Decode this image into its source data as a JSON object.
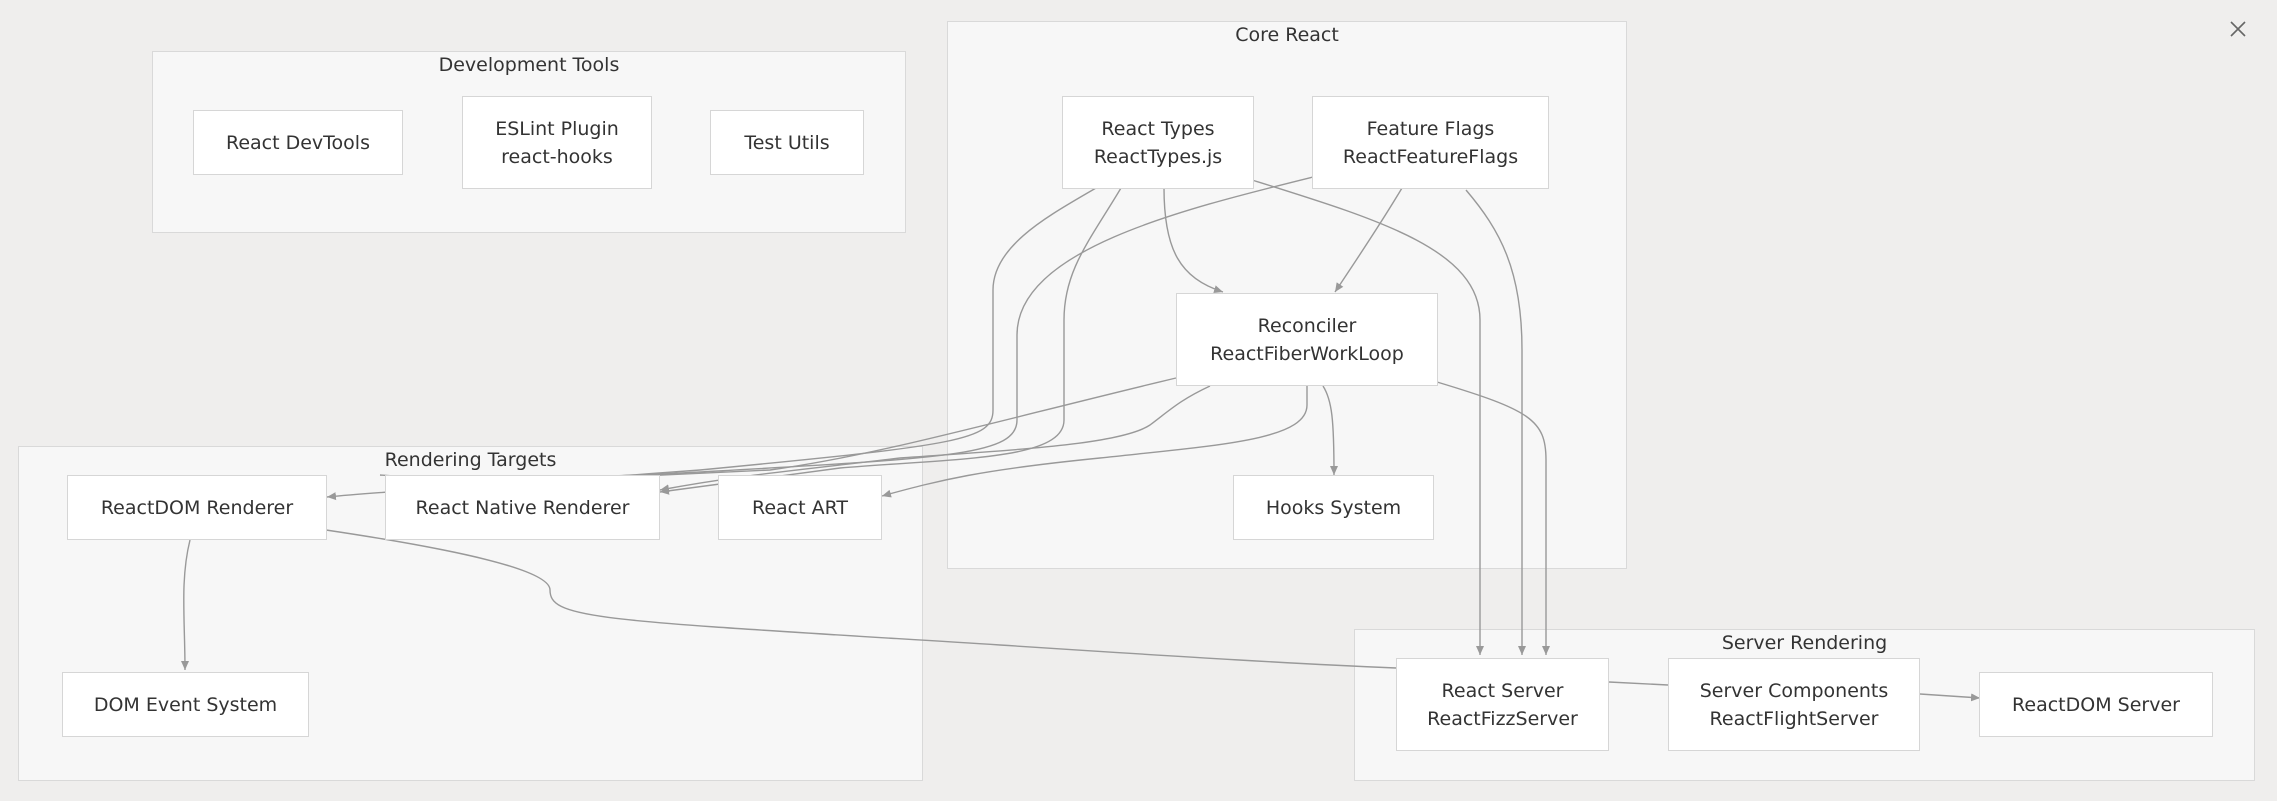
{
  "close_icon": "close-icon",
  "colors": {
    "background": "#efeeed",
    "cluster_fill": "#f7f7f7",
    "cluster_border": "#d9d9d9",
    "node_fill": "#ffffff",
    "node_border": "#d6d6d6",
    "edge": "#999999",
    "text": "#333333"
  },
  "clusters": {
    "dev_tools": "Development Tools",
    "core": "Core React",
    "rendering": "Rendering Targets",
    "server": "Server Rendering"
  },
  "nodes": {
    "devtools": {
      "line1": "React DevTools"
    },
    "eslint": {
      "line1": "ESLint Plugin",
      "line2": "react-hooks"
    },
    "testutils": {
      "line1": "Test Utils"
    },
    "types": {
      "line1": "React Types",
      "line2": "ReactTypes.js"
    },
    "flags": {
      "line1": "Feature Flags",
      "line2": "ReactFeatureFlags"
    },
    "reconciler": {
      "line1": "Reconciler",
      "line2": "ReactFiberWorkLoop"
    },
    "hooks": {
      "line1": "Hooks System"
    },
    "reactdom": {
      "line1": "ReactDOM Renderer"
    },
    "native": {
      "line1": "React Native Renderer"
    },
    "art": {
      "line1": "React ART"
    },
    "domevents": {
      "line1": "DOM Event System"
    },
    "server": {
      "line1": "React Server",
      "line2": "ReactFizzServer"
    },
    "components": {
      "line1": "Server Components",
      "line2": "ReactFlightServer"
    },
    "domserver": {
      "line1": "ReactDOM Server"
    }
  },
  "edges": [
    {
      "from": "React Types",
      "to": "Reconciler",
      "arrow": true
    },
    {
      "from": "Feature Flags",
      "to": "Reconciler",
      "arrow": true
    },
    {
      "from": "React Types",
      "to": "ReactDOM Renderer",
      "arrow": true
    },
    {
      "from": "React Types",
      "to": "React Native Renderer",
      "arrow": true
    },
    {
      "from": "Feature Flags",
      "to": "ReactDOM Renderer",
      "arrow": true
    },
    {
      "from": "React Types",
      "to": "React Server",
      "arrow": true
    },
    {
      "from": "Feature Flags",
      "to": "React Server",
      "arrow": true
    },
    {
      "from": "Reconciler",
      "to": "ReactDOM Renderer",
      "arrow": true
    },
    {
      "from": "Reconciler",
      "to": "React Native Renderer",
      "arrow": true
    },
    {
      "from": "Reconciler",
      "to": "React ART",
      "arrow": true
    },
    {
      "from": "Reconciler",
      "to": "Hooks System",
      "arrow": true
    },
    {
      "from": "Reconciler",
      "to": "React Server",
      "arrow": true
    },
    {
      "from": "ReactDOM Renderer",
      "to": "DOM Event System",
      "arrow": true
    },
    {
      "from": "ReactDOM Renderer",
      "to": "React Server",
      "arrow": false
    },
    {
      "from": "React Server",
      "to": "Server Components",
      "arrow": false
    },
    {
      "from": "Server Components",
      "to": "ReactDOM Server",
      "arrow": true
    }
  ]
}
